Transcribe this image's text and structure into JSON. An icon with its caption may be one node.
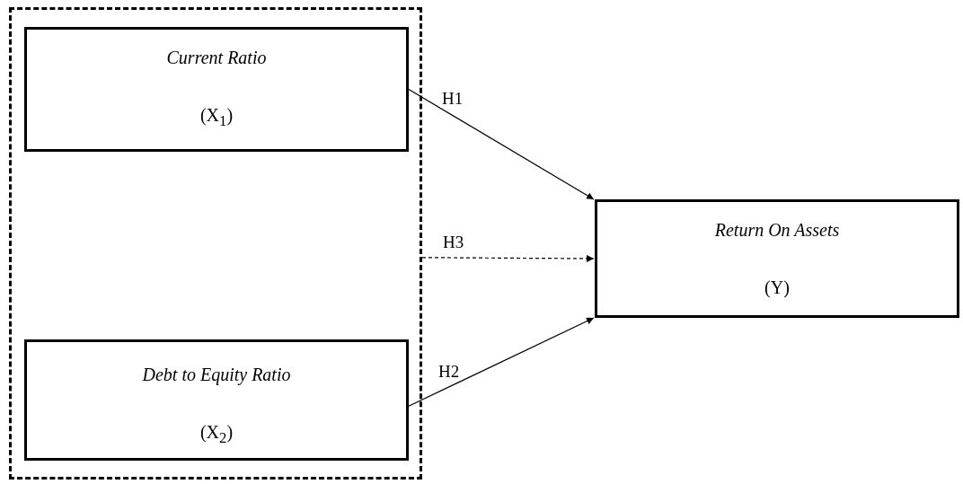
{
  "diagram": {
    "nodes": [
      {
        "text": [],
        "shape": "box"
      },
      {
        "text": [
          "Current Ratio",
          "(X$_{1}$)"
        ],
        "in": 0
      },
      {
        "text": [
          "Debt to Equity Ratio",
          "(X$_{2}$)"
        ],
        "in": 0
      },
      {
        "text": [
          "Return On Assets",
          "(Y)"
        ]
      }
    ],
    "edges": [
      {
        "from": 1,
        "to": 3,
        "arrow": "to",
        "label": "H1"
      },
      {
        "from": 0,
        "to": 3,
        "arrow": "to",
        "label": "H3",
        "style": "dashed"
      },
      {
        "from": 2,
        "to": 3,
        "arrow": "to",
        "label": "H2"
      }
    ]
  }
}
